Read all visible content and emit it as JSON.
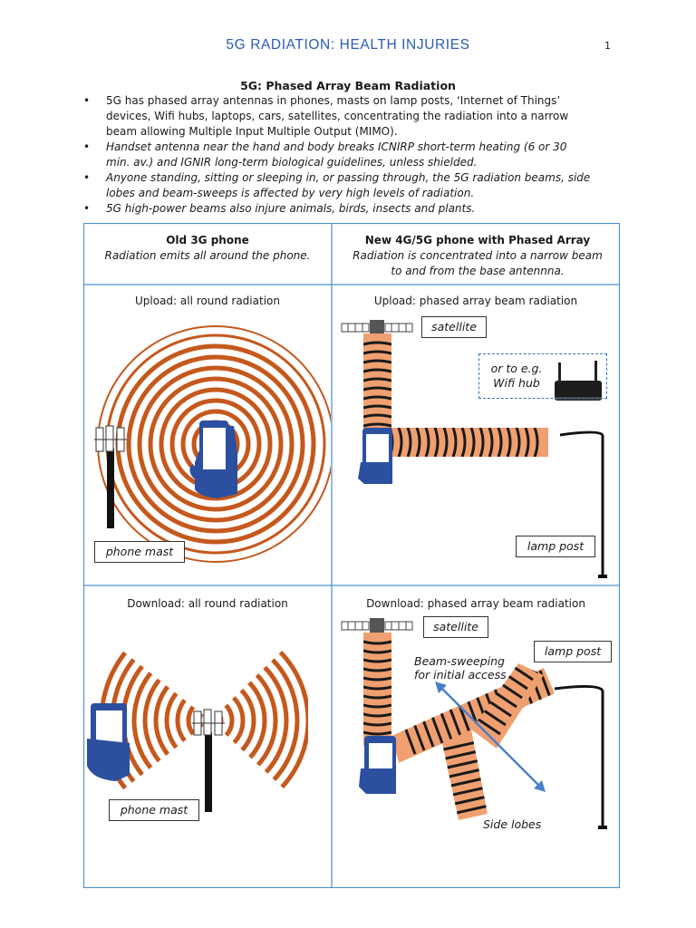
{
  "header": {
    "title": "5G RADIATION:  HEALTH INJURIES",
    "page_number": "1",
    "title_color": "#2a5db0"
  },
  "section_title": "5G: Phased Array Beam Radiation",
  "bullets": [
    "5G has phased array antennas in phones, masts on lamp posts, ‘Internet of Things’ devices, Wifi hubs, laptops, cars, satellites, concentrating the radiation into a narrow beam allowing Multiple Input Multiple Output (MIMO).",
    "Handset antenna near the hand and body breaks ICNIRP short-term heating (6 or 30 min. av.) and IGNIR long-term biological guidelines, unless shielded.",
    "Anyone standing, sitting or sleeping in, or passing through, the 5G radiation beams, side lobes and beam-sweeps is affected by very high levels of radiation.",
    "5G high-power beams also injure animals, birds, insects and plants."
  ],
  "table": {
    "border_color": "#4a8fd0",
    "col_left_title": "Old 3G phone",
    "col_left_sub": "Radiation emits all around the phone.",
    "col_right_title": "New 4G/5G phone with Phased Array",
    "col_right_sub": "Radiation is concentrated into a narrow beam to and from the base antennna.",
    "upload_left": "Upload: all round radiation",
    "upload_right": "Upload: phased array beam radiation",
    "download_left": "Download: all round radiation",
    "download_right": "Download: phased array beam radiation",
    "labels": {
      "phone_mast": "phone mast",
      "satellite": "satellite",
      "wifi_hub": "or to e.g. Wifi hub",
      "lamp_post": "lamp post",
      "beam_sweeping": "Beam-sweeping for initial access",
      "side_lobes": "Side lobes"
    }
  },
  "colors": {
    "radiation": "#c5581c",
    "phone": "#2c4fa0",
    "arrow": "#4a80c8",
    "dashed_box": "#3b6fb8"
  }
}
